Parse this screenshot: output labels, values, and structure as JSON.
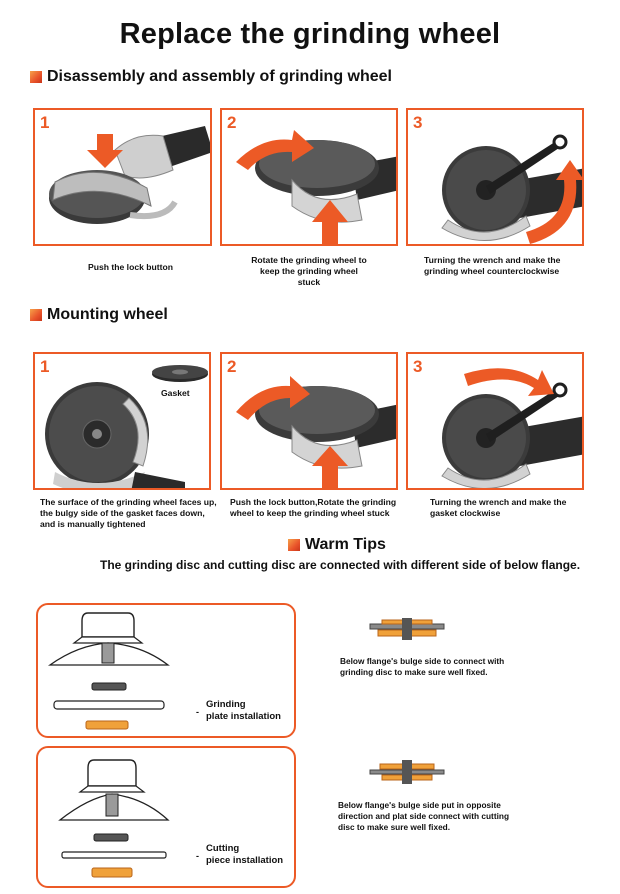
{
  "title": "Replace the grinding wheel",
  "sections": {
    "disassembly": "Disassembly and assembly of grinding wheel",
    "mounting": "Mounting wheel",
    "tips": "Warm Tips"
  },
  "disassembly_steps": [
    {
      "num": "1",
      "caption": "Push the lock button"
    },
    {
      "num": "2",
      "caption_line1": "Rotate the grinding wheel to",
      "caption_line2": "keep the grinding wheel stuck"
    },
    {
      "num": "3",
      "caption_line1": "Turning the wrench and make the",
      "caption_line2": "grinding wheel counterclockwise"
    }
  ],
  "mounting_steps": [
    {
      "num": "1",
      "label": "Gasket",
      "caption_line1": "The surface of the grinding wheel faces up,",
      "caption_line2": "the bulgy side of the gasket  faces down,",
      "caption_line3": "and is manually tightened"
    },
    {
      "num": "2",
      "caption_line1": "Push the lock button,Rotate the grinding",
      "caption_line2": "wheel to keep the grinding wheel stuck"
    },
    {
      "num": "3",
      "caption_line1": "Turning the wrench and make the",
      "caption_line2": "gasket clockwise"
    }
  ],
  "tips_subtitle": "The grinding disc and cutting disc are connected with different side of below flange.",
  "installations": [
    {
      "line1": "Grinding",
      "line2": "plate installation",
      "bullet": "-"
    },
    {
      "line1": "Cutting",
      "line2": "piece installation",
      "bullet": "-"
    }
  ],
  "notes": [
    {
      "line1": "Below flange's bulge side to connect with",
      "line2": "grinding disc to make sure well fixed."
    },
    {
      "line1": "Below flange's bulge side put in opposite",
      "line2": "direction and plat side connect with cutting",
      "line3": "disc to make sure well fixed."
    }
  ],
  "colors": {
    "accent": "#ec5a26",
    "flange_orange": "#f0a13a",
    "flange_gray": "#8a8a8a"
  }
}
